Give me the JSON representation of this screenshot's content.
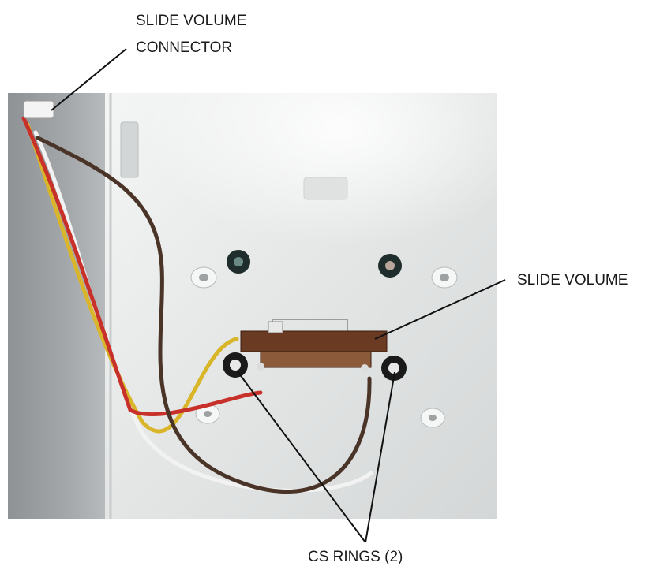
{
  "labels": {
    "connector_line1": "SLIDE VOLUME",
    "connector_line2": "CONNECTOR",
    "slide_volume": "SLIDE VOLUME",
    "cs_rings": "CS RINGS (2)"
  },
  "colors": {
    "panel": "#e6e8e8",
    "fabric": "#9fa3a6",
    "wire_yellow": "#d9b52a",
    "wire_red": "#c8312a",
    "wire_brown": "#4a3428",
    "wire_white": "#f2f2f2",
    "pcb": "#6b3a22"
  }
}
